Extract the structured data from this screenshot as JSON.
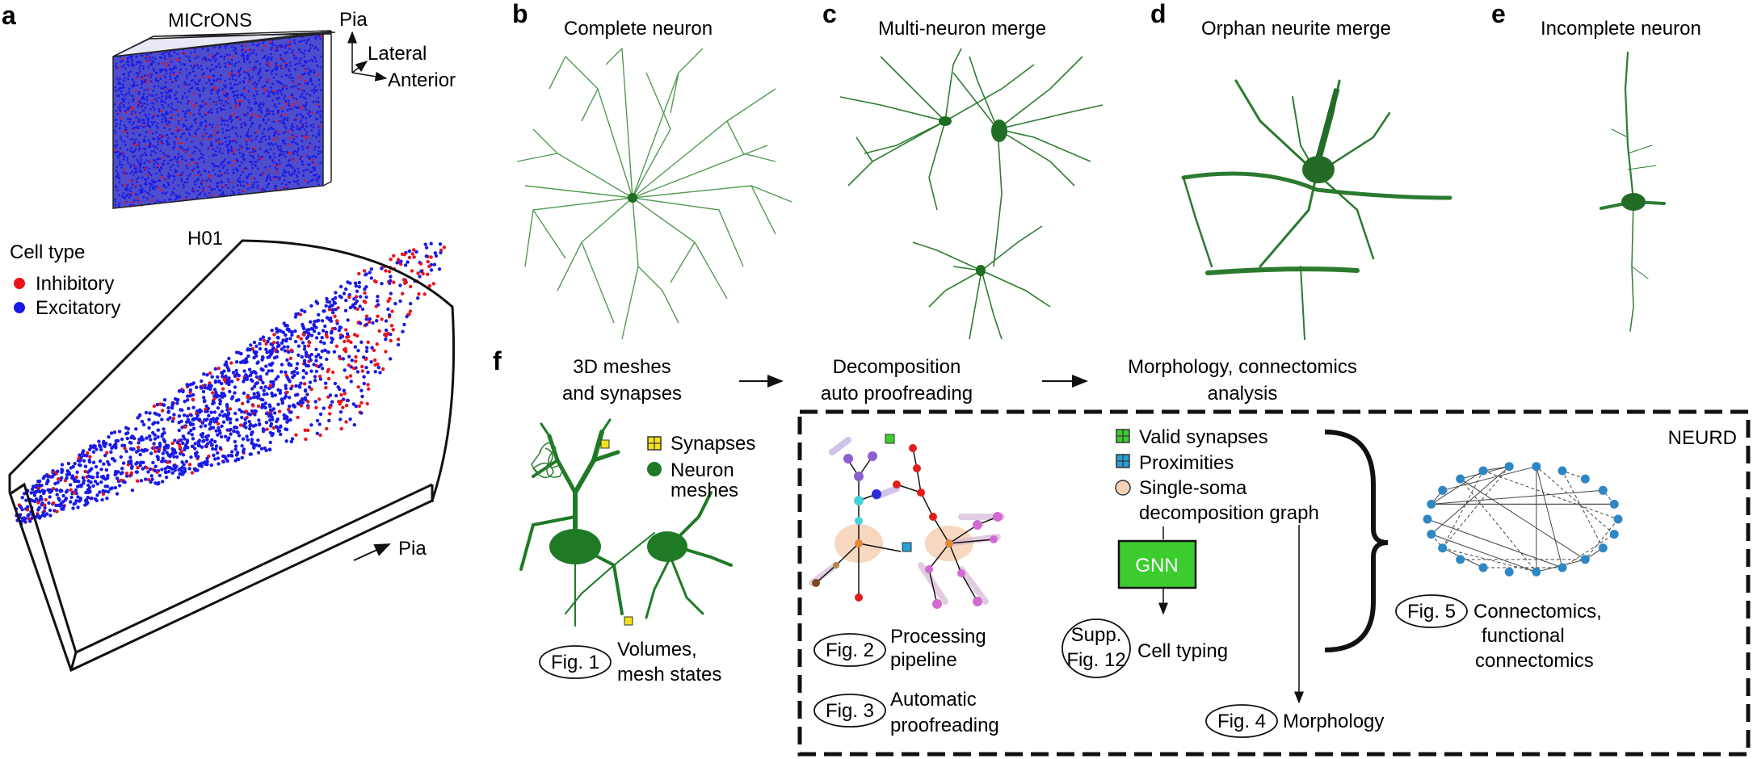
{
  "panels": {
    "a": {
      "label": "a",
      "microns_title": "MICrONS",
      "axis_pia": "Pia",
      "axis_lateral": "Lateral",
      "axis_anterior": "Anterior",
      "h01_title": "H01",
      "legend_title": "Cell type",
      "legend": [
        {
          "label": "Inhibitory",
          "color": "#e8141b"
        },
        {
          "label": "Excitatory",
          "color": "#1a1ae6"
        }
      ],
      "h01_pia": "Pia"
    },
    "b": {
      "label": "b",
      "title": "Complete neuron"
    },
    "c": {
      "label": "c",
      "title": "Multi-neuron merge"
    },
    "d": {
      "label": "d",
      "title": "Orphan neurite merge"
    },
    "e": {
      "label": "e",
      "title": "Incomplete neuron"
    },
    "f": {
      "label": "f",
      "steps": [
        {
          "line1": "3D meshes",
          "line2": "and synapses"
        },
        {
          "line1": "Decomposition",
          "line2": "auto proofreading"
        },
        {
          "line1": "Morphology, connectomics",
          "line2": "analysis"
        }
      ],
      "legend_left": {
        "synapses": "Synapses",
        "neuron1": "Neuron",
        "neuron2": "meshes"
      },
      "fig1": {
        "ref": "Fig. 1",
        "line1": "Volumes,",
        "line2": "mesh states"
      },
      "neurd": "NEURD",
      "fig2": {
        "ref": "Fig. 2",
        "line1": "Processing",
        "line2": "pipeline"
      },
      "fig3": {
        "ref": "Fig. 3",
        "line1": "Automatic",
        "line2": "proofreading"
      },
      "legend_mid": {
        "valid": "Valid synapses",
        "prox": "Proximities",
        "soma1": "Single-soma",
        "soma2": "decomposition graph"
      },
      "gnn": "GNN",
      "supp": {
        "line1": "Supp.",
        "line2": "Fig. 12",
        "text": "Cell typing"
      },
      "fig4": {
        "ref": "Fig. 4",
        "text": "Morphology"
      },
      "fig5": {
        "ref": "Fig. 5",
        "line1": "Connectomics,",
        "line2": "functional",
        "line3": "connectomics"
      }
    }
  },
  "colors": {
    "neuron_green": "#2e7d32",
    "dark_green": "#1b6b22",
    "gnn_green": "#3ccc2e",
    "proximity_blue": "#2a9fd6",
    "synapse_yellow": "#f2e21c",
    "soma_peach": "#f6d3b8",
    "node_blue": "#2f86c4"
  }
}
